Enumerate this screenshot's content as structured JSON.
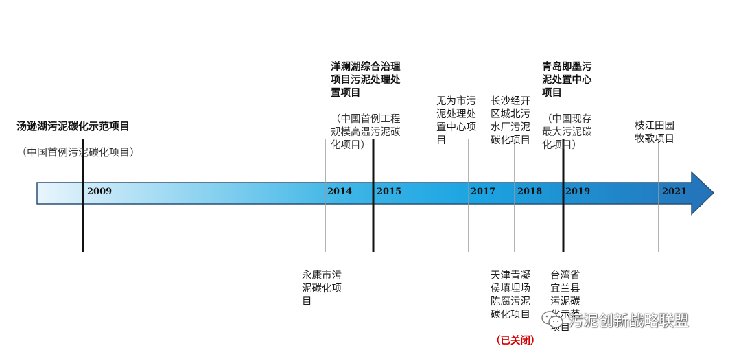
{
  "events": [
    {
      "id": "2009",
      "year": "2009",
      "title": "汤逊湖污泥碳化示范项目",
      "note": "（中国首例污泥碳化项目）"
    },
    {
      "id": "2014",
      "year": "2014",
      "text": "永康市污\n泥碳化项\n目"
    },
    {
      "id": "2015",
      "year": "2015",
      "title": "洋澜湖综合治理\n项目污泥处理处\n置项目",
      "note": "（中国首例工程\n规模高温污泥碳\n化项目）"
    },
    {
      "id": "2017",
      "year": "2017",
      "text": "无为市污\n泥处理处\n置中心项\n目"
    },
    {
      "id": "2018a",
      "year": "2018",
      "text": "长沙经开\n区城北污\n水厂污泥\n碳化项目"
    },
    {
      "id": "2018b",
      "year": "",
      "text": "天津青凝\n侯填埋场\n陈腐污泥\n碳化项目",
      "closed": "（已关闭）"
    },
    {
      "id": "2019a",
      "year": "2019",
      "title": "青岛即墨污\n泥处置中心\n项目",
      "note": "（中国现存\n最大污泥碳\n化项目）"
    },
    {
      "id": "2019b",
      "year": "",
      "text": "台湾省\n宜兰县\n污泥碳\n化示范\n项目"
    },
    {
      "id": "2021",
      "year": "2021",
      "text": "枝江田园\n牧歌项目"
    }
  ],
  "watermark": {
    "text": "污泥创新战略联盟",
    "icon": "wechat-icon"
  },
  "colors": {
    "arrow_start": "#e6f3fb",
    "arrow_mid": "#2aaae0",
    "arrow_end": "#1f78c0",
    "major_line": "#111111",
    "minor_line": "#9a9a9a",
    "closed": "#d40000"
  }
}
